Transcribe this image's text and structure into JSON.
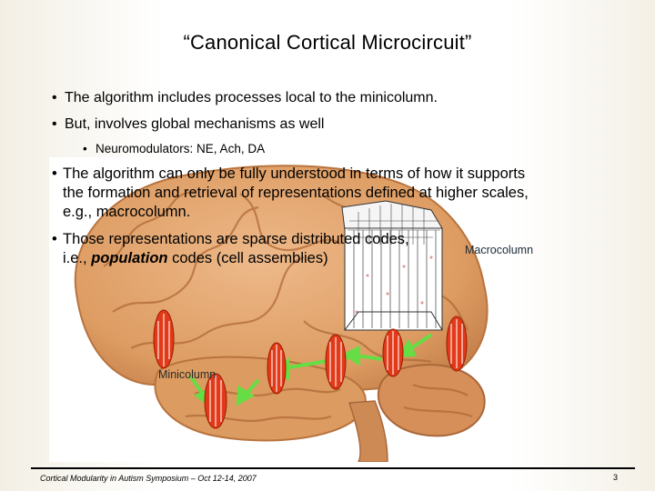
{
  "slide": {
    "title": "“Canonical Cortical Microcircuit”",
    "bullets": [
      {
        "dot": "•",
        "text": "The algorithm includes processes local to the minicolumn."
      },
      {
        "dot": "•",
        "text": "But, involves global mechanisms as well"
      },
      {
        "dot": "•",
        "text": "Neuromodulators: NE, Ach, DA"
      },
      {
        "dot": "•",
        "line1": "The algorithm can only be fully understood in terms of how it supports",
        "line2": "the formation and retrieval of representations defined at higher scales,",
        "line3": "e.g., macrocolumn."
      },
      {
        "dot": "•",
        "line1": "Those representations are sparse distributed codes,",
        "line2_pre": "i.e., ",
        "line2_em": "population",
        "line2_post": " codes (cell assemblies)"
      }
    ],
    "labels": {
      "macrocolumn": "Macrocolumn",
      "minicolumn": "Minicolumn"
    },
    "footer": {
      "text": "Cortical Modularity in Autism Symposium – Oct 12-14, 2007",
      "page": "3"
    },
    "colors": {
      "brain": "#e0a267",
      "minicolumn": "#e23a18",
      "arrow": "#66dd44"
    }
  }
}
